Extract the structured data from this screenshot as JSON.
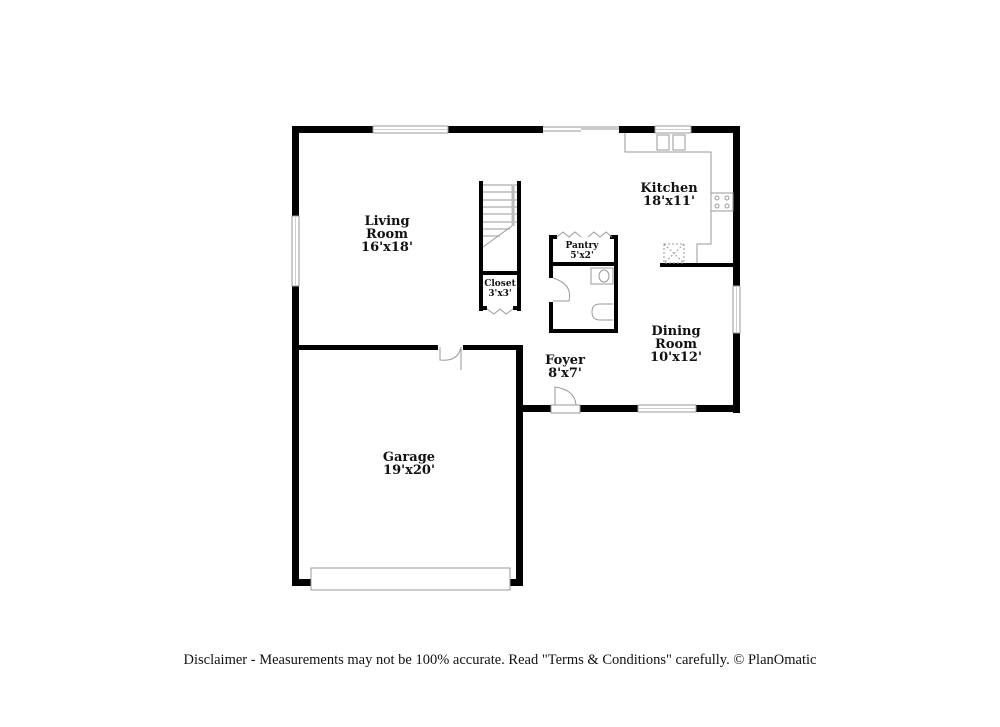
{
  "colors": {
    "wall": "#000000",
    "window": "#bdbdbd",
    "fixture": "#9a9a9a",
    "background": "#ffffff"
  },
  "rooms": [
    {
      "id": "living-room",
      "name_line1": "Living",
      "name_line2": "Room",
      "size": "16'x18'"
    },
    {
      "id": "kitchen",
      "name_line1": "Kitchen",
      "size": "18'x11'"
    },
    {
      "id": "pantry",
      "name_line1": "Pantry",
      "size": "5'x2'"
    },
    {
      "id": "closet",
      "name_line1": "Closet",
      "size": "3'x3'"
    },
    {
      "id": "dining-room",
      "name_line1": "Dining",
      "name_line2": "Room",
      "size": "10'x12'"
    },
    {
      "id": "foyer",
      "name_line1": "Foyer",
      "size": "8'x7'"
    },
    {
      "id": "garage",
      "name_line1": "Garage",
      "size": "19'x20'"
    }
  ],
  "disclaimer": "Disclaimer - Measurements may not be 100% accurate. Read \"Terms & Conditions\" carefully. © PlanOmatic"
}
